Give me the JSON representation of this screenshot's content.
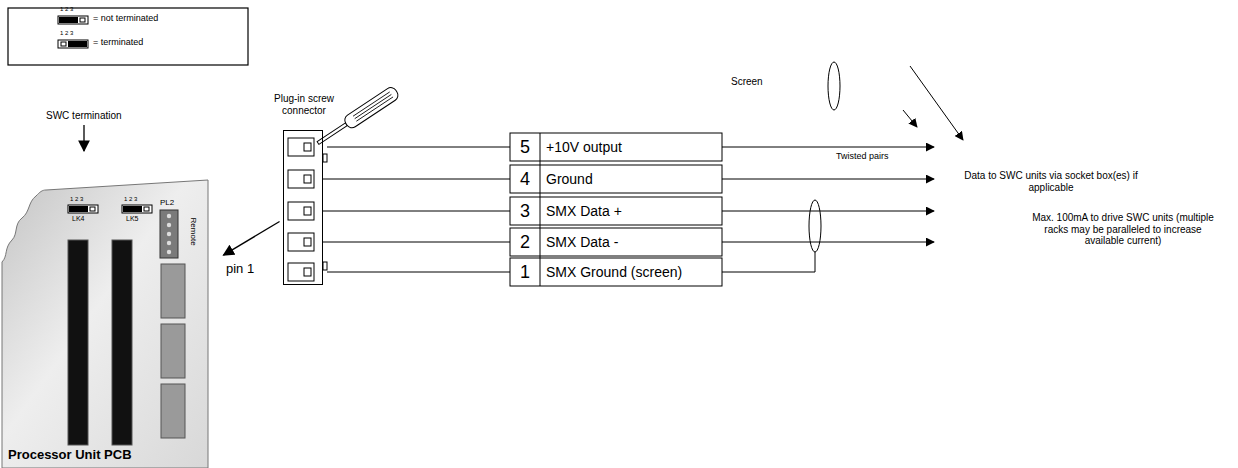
{
  "diagram": {
    "nodes": [
      {
        "text": [
          "Processor Unit PCB"
        ]
      },
      {
        "text": [
          "Plug-in screw connector"
        ]
      }
    ],
    "edges": [
      {
        "from": 1,
        "to": 0,
        "arrow": "to"
      }
    ],
    "labels": [
      "SWC termination",
      "1 2 3",
      "1 2 3",
      "1 2 3",
      "LK4",
      "1 2 3",
      "LK5",
      "PL2",
      "Remote",
      "pin 1",
      "5",
      "+10V output",
      "4",
      "Ground",
      "3",
      "SMX Data +",
      "2",
      "SMX Data -",
      "1",
      "SMX Ground (screen)",
      "Screen",
      "Twisted pairs",
      "Data to SWC units via socket box(es) if applicable",
      "Max. 100mA to drive SWC units (multiple racks may be paralleled to increase available current)"
    ],
    "legend": [
      {
        "text": "= not terminated"
      },
      {
        "text": "= terminated"
      }
    ]
  }
}
